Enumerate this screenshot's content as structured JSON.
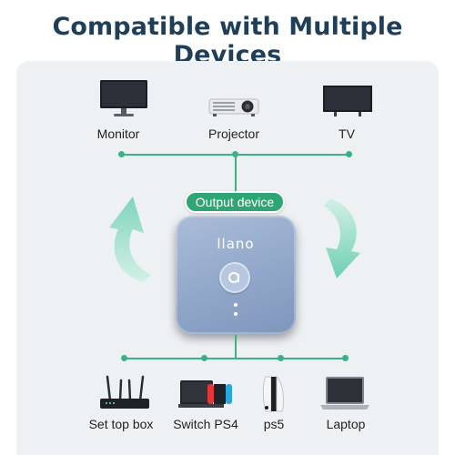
{
  "title": "Compatible with Multiple Devices",
  "badge": "Output device",
  "brand": "llano",
  "outputs": [
    {
      "label": "Monitor",
      "icon": "monitor-icon"
    },
    {
      "label": "Projector",
      "icon": "projector-icon"
    },
    {
      "label": "TV",
      "icon": "tv-icon"
    }
  ],
  "inputs": [
    {
      "label": "Set top box",
      "icon": "set-top-box-icon"
    },
    {
      "label": "Switch PS4",
      "icon": "game-console-icon"
    },
    {
      "label": "ps5",
      "icon": "ps5-icon"
    },
    {
      "label": "Laptop",
      "icon": "laptop-icon"
    }
  ],
  "colors": {
    "title": "#1f3e58",
    "accent_green": "#3fb084",
    "badge_green": "#2fa574",
    "panel_bg": "#eef1f4",
    "device_blue": "#8fa5c8"
  }
}
